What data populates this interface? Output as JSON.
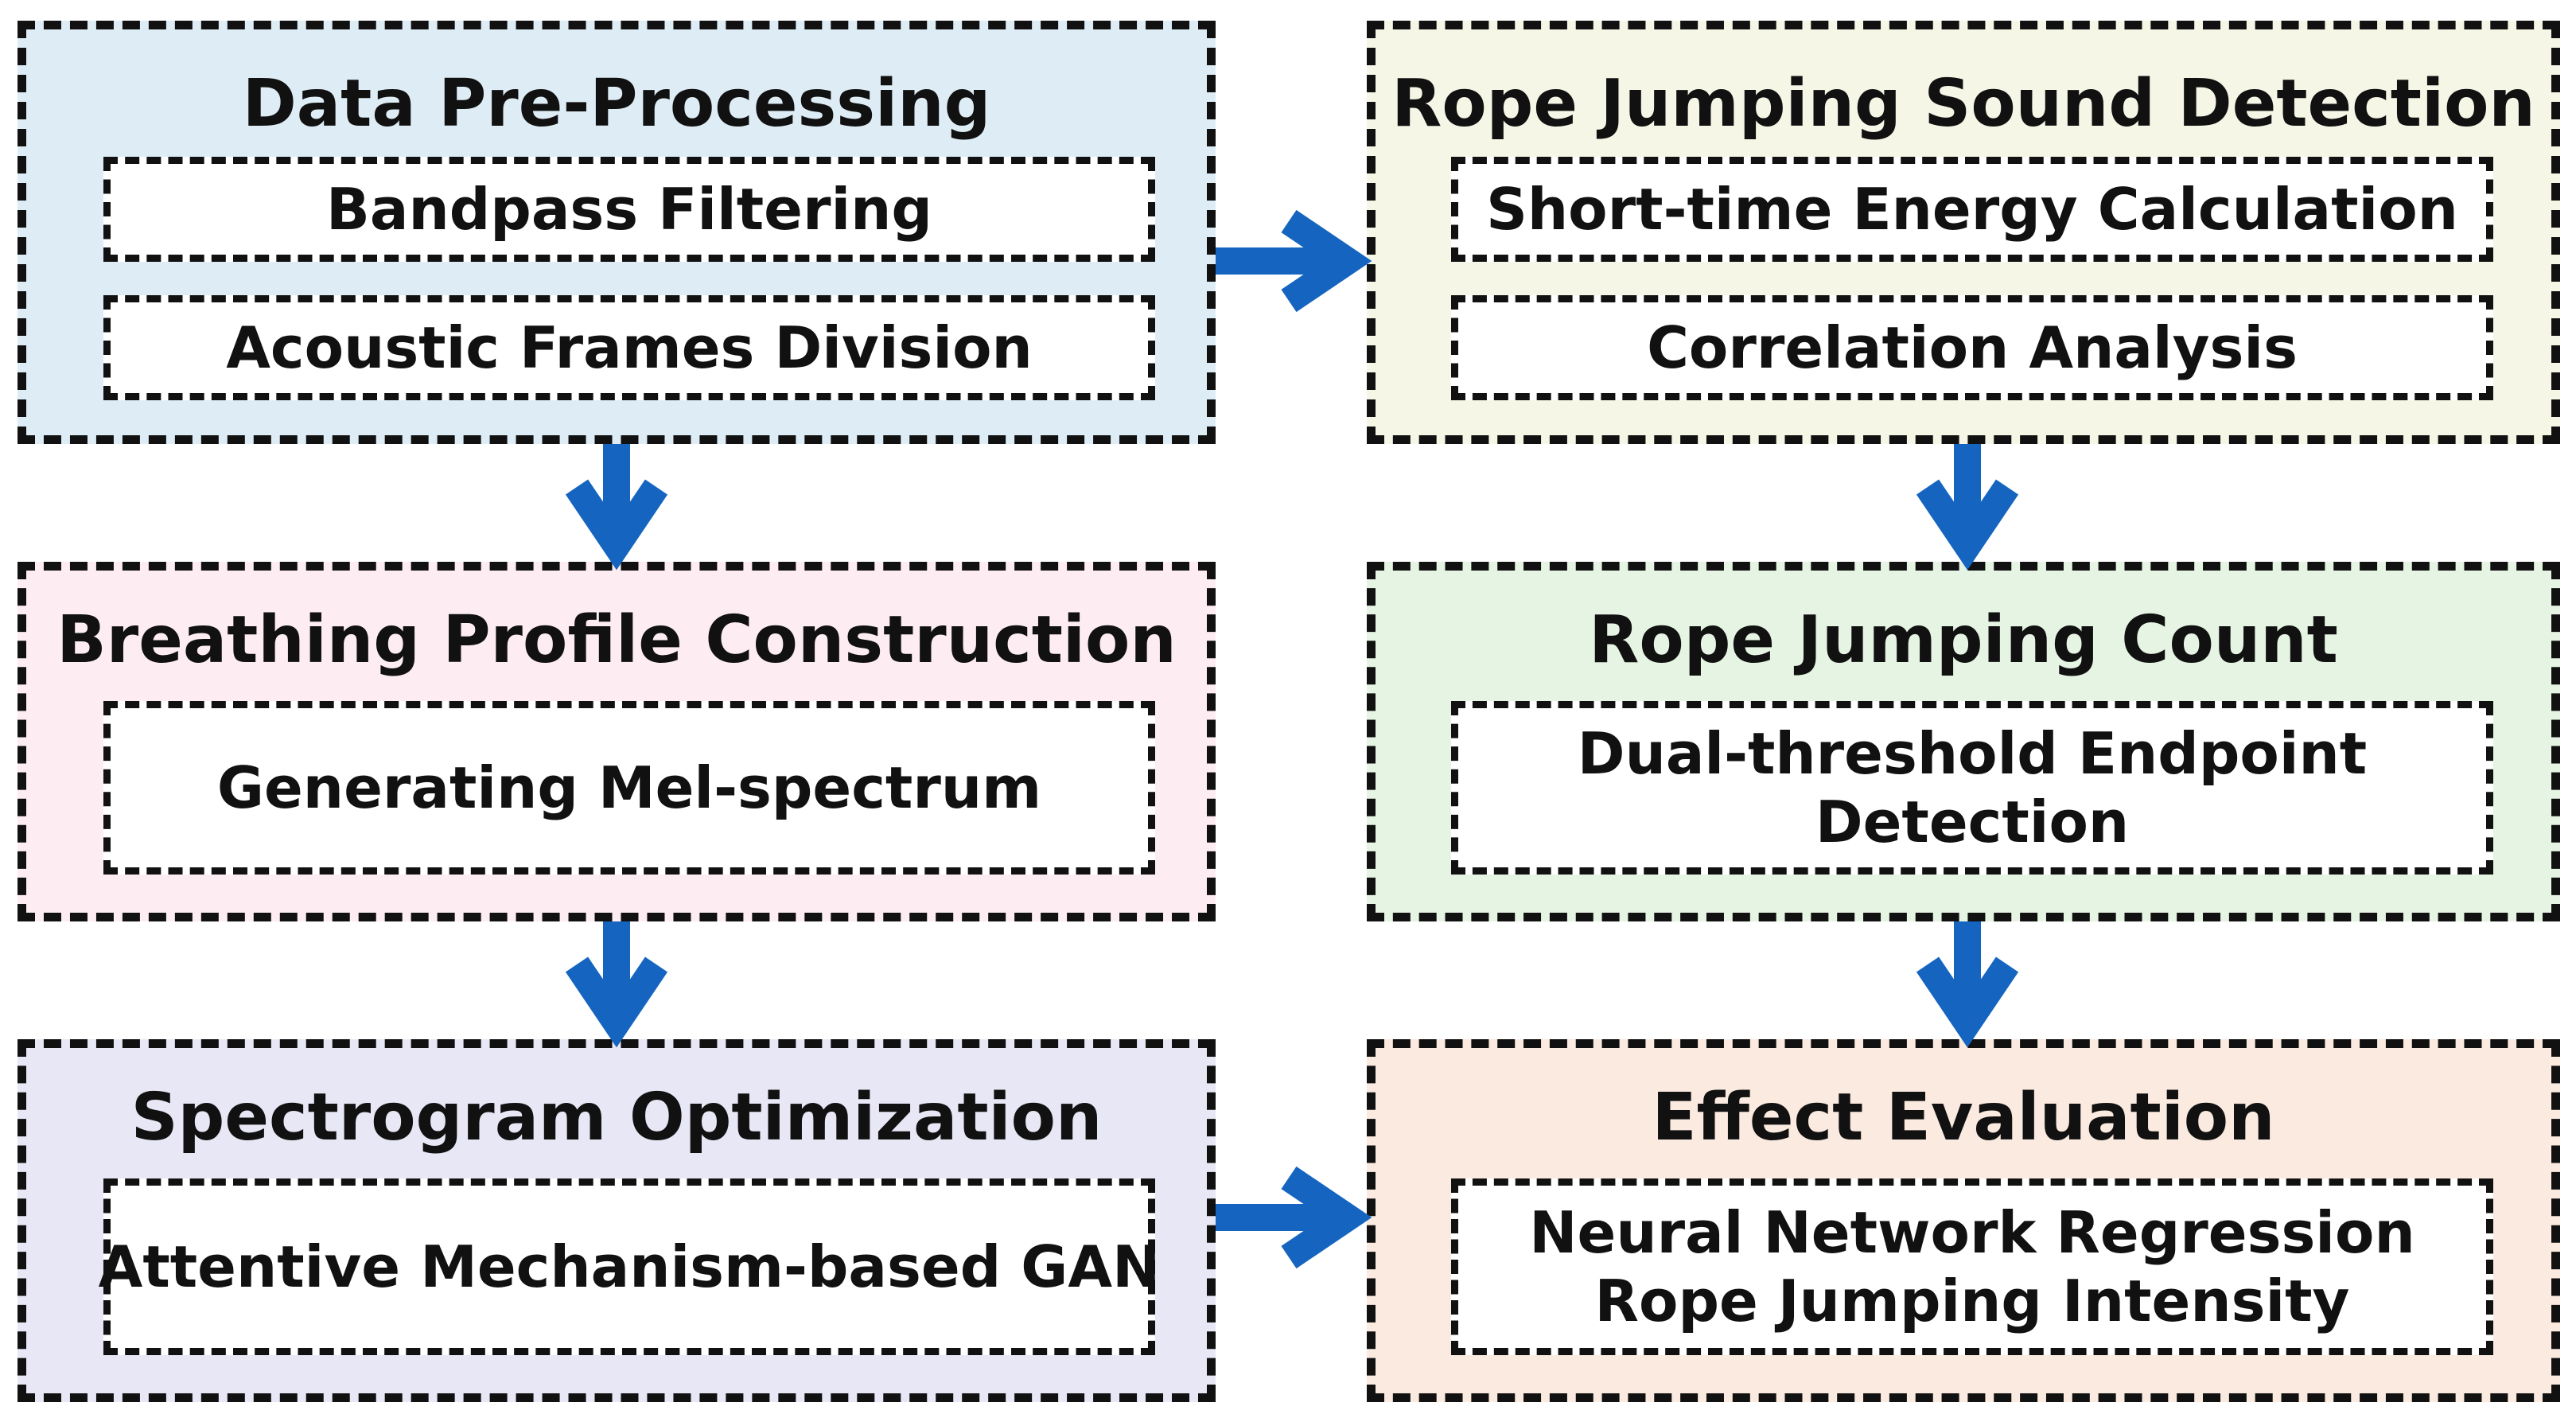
{
  "colors": {
    "arrow": "#1565c0",
    "border": "#111111",
    "preprocessing_bg": "#deedf5",
    "detection_bg": "#f5f6e6",
    "breathing_bg": "#fdedf3",
    "count_bg": "#e6f4e3",
    "optimization_bg": "#e8e7f5",
    "evaluation_bg": "#fbeadf"
  },
  "panels": {
    "preprocessing": {
      "title": "Data Pre-Processing",
      "items": [
        "Bandpass Filtering",
        "Acoustic Frames Division"
      ]
    },
    "detection": {
      "title": "Rope Jumping Sound Detection",
      "items": [
        "Short-time Energy Calculation",
        "Correlation Analysis"
      ]
    },
    "breathing": {
      "title": "Breathing Profile Construction",
      "items": [
        "Generating Mel-spectrum"
      ]
    },
    "count": {
      "title": "Rope Jumping Count",
      "items": [
        [
          "Dual-threshold Endpoint",
          "Detection"
        ]
      ]
    },
    "optimization": {
      "title": "Spectrogram Optimization",
      "items": [
        "Attentive Mechanism-based GAN"
      ]
    },
    "evaluation": {
      "title": "Effect Evaluation",
      "items": [
        [
          "Neural Network Regression",
          "Rope Jumping Intensity"
        ]
      ]
    }
  }
}
